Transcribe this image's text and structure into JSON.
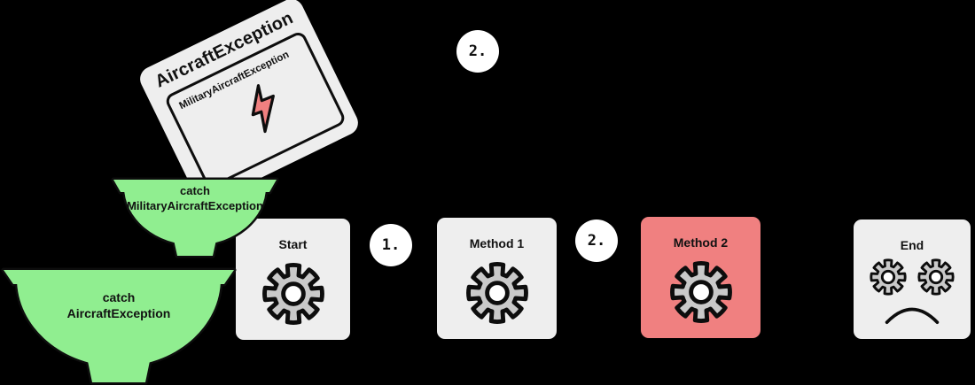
{
  "colors": {
    "page-bg": "#000000",
    "ink": "#111111",
    "node-bg": "#eeeeee",
    "node-error-bg": "#f08080",
    "bowl-green": "#90ee90",
    "gear-fill": "#c9c9c9",
    "gear-hole": "#ffffff",
    "outline": "#0d0d0d",
    "marker-bg": "#ffffff"
  },
  "exception_card": {
    "outer_label": "AircraftException",
    "inner_label": "MilitaryAircraftException"
  },
  "catch_bowls": [
    {
      "keyword": "catch",
      "exception": "MilitaryAircraftException"
    },
    {
      "keyword": "catch",
      "exception": "AircraftException"
    }
  ],
  "flow_nodes": [
    {
      "label": "Start",
      "state": "normal"
    },
    {
      "label": "Method 1",
      "state": "normal"
    },
    {
      "label": "Method 2",
      "state": "error"
    },
    {
      "label": "End",
      "state": "normal"
    }
  ],
  "step_markers": [
    {
      "label": "2.",
      "position": "top-center"
    },
    {
      "label": "1.",
      "position": "between-start-and-method-1"
    },
    {
      "label": "2.",
      "position": "between-method-1-and-method-2"
    }
  ]
}
